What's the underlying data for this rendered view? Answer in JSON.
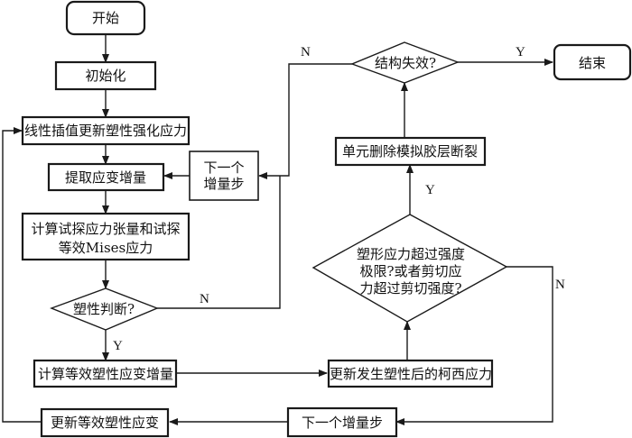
{
  "diagram": {
    "type": "flowchart",
    "nodes": {
      "start": "开始",
      "init": "初始化",
      "interp": "线性插值更新塑性强化应力",
      "extract": "提取应变增量",
      "next_step_top_line1": "下一个",
      "next_step_top_line2": "增量步",
      "trial_line1": "计算试探应力张量和试探",
      "trial_line2": "等效Mises应力",
      "plastic_check": "塑性判断?",
      "calc_eq_plastic": "计算等效塑性应变增量",
      "update_cauchy": "更新发生塑性后的柯西应力",
      "strength_check_line1": "塑形应力超过强度",
      "strength_check_line2": "极限?或者剪切应",
      "strength_check_line3": "力超过剪切强度?",
      "delete_element": "单元删除模拟胶层断裂",
      "failure_check": "结构失效?",
      "end": "结束",
      "next_step_bottom": "下一个增量步",
      "update_eq_plastic": "更新等效塑性应变"
    },
    "edge_labels": {
      "failure_no": "N",
      "failure_yes": "Y",
      "strength_yes": "Y",
      "strength_no": "N",
      "plastic_no": "N",
      "plastic_yes": "Y"
    }
  }
}
